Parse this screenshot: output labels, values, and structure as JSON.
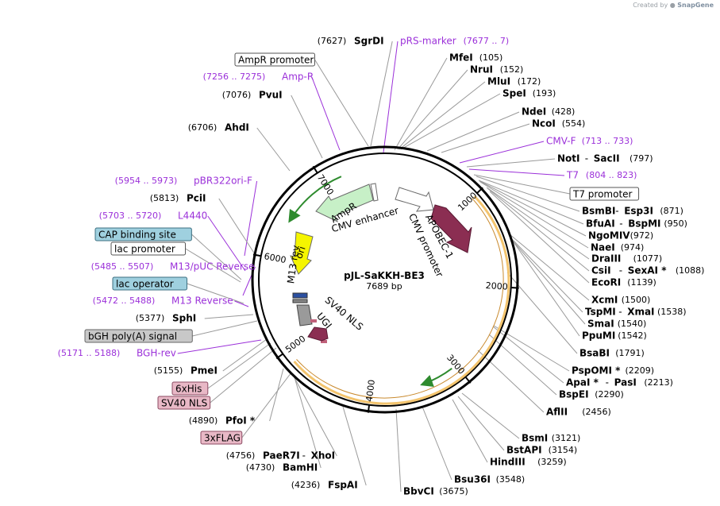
{
  "credit": {
    "prefix": "Created by",
    "brand": "SnapGene"
  },
  "plasmid": {
    "name": "pJL-SaKKH-BE3",
    "size": "7689 bp"
  },
  "ticks": [
    "1000",
    "2000",
    "3000",
    "4000",
    "5000",
    "6000",
    "7000"
  ],
  "arc_labels": [
    {
      "text": "AmpR"
    },
    {
      "text": "CMV enhancer"
    },
    {
      "text": "APOBEC-1"
    },
    {
      "text": "CMV promoter"
    },
    {
      "text": "ori"
    },
    {
      "text": "M13 rev"
    },
    {
      "text": "SV40 NLS"
    },
    {
      "text": "UGI"
    }
  ],
  "labels": [
    {
      "pos": "(7627)",
      "name": "SgrDI",
      "kind": "site"
    },
    {
      "pos": "(7677 .. 7)",
      "name": "pRS-marker",
      "kind": "primer"
    },
    {
      "name": "AmpR promoter",
      "kind": "box"
    },
    {
      "pos": "(105)",
      "name": "MfeI",
      "kind": "site"
    },
    {
      "pos": "(152)",
      "name": "NruI",
      "kind": "site"
    },
    {
      "pos": "(7256 .. 7275)",
      "name": "Amp-R",
      "kind": "primer"
    },
    {
      "pos": "(172)",
      "name": "MluI",
      "kind": "site"
    },
    {
      "pos": "(7076)",
      "name": "PvuI",
      "kind": "site"
    },
    {
      "pos": "(193)",
      "name": "SpeI",
      "kind": "site"
    },
    {
      "pos": "(428)",
      "name": "NdeI",
      "kind": "site"
    },
    {
      "pos": "(554)",
      "name": "NcoI",
      "kind": "site"
    },
    {
      "pos": "(6706)",
      "name": "AhdI",
      "kind": "site"
    },
    {
      "pos": "(713 .. 733)",
      "name": "CMV-F",
      "kind": "primer"
    },
    {
      "pos": "(797)",
      "name": "NotI",
      "name2": "SacII",
      "kind": "site2"
    },
    {
      "pos": "(804 .. 823)",
      "name": "T7",
      "kind": "primer"
    },
    {
      "pos": "(5954 .. 5973)",
      "name": "pBR322ori-F",
      "kind": "primer"
    },
    {
      "name": "T7 promoter",
      "kind": "box"
    },
    {
      "pos": "(5813)",
      "name": "PciI",
      "kind": "site"
    },
    {
      "pos": "(871)",
      "name": "BsmBI",
      "name2": "Esp3I",
      "kind": "site2"
    },
    {
      "pos": "(5703 .. 5720)",
      "name": "L4440",
      "kind": "primer"
    },
    {
      "pos": "(950)",
      "name": "BfuAI",
      "name2": "BspMI",
      "kind": "site2"
    },
    {
      "name": "CAP binding site",
      "kind": "box-blue"
    },
    {
      "pos": "(972)",
      "name": "NgoMIV",
      "kind": "site"
    },
    {
      "name": "lac promoter",
      "kind": "box"
    },
    {
      "pos": "(974)",
      "name": "NaeI",
      "kind": "site"
    },
    {
      "pos": "(5485 .. 5507)",
      "name": "M13/pUC Reverse",
      "kind": "primer"
    },
    {
      "pos": "(1077)",
      "name": "DraIII",
      "kind": "site"
    },
    {
      "pos": "(1088)",
      "name": "CsiI",
      "name2": "SexAI *",
      "kind": "site2"
    },
    {
      "name": "lac operator",
      "kind": "box-blue"
    },
    {
      "pos": "(1139)",
      "name": "EcoRI",
      "kind": "site"
    },
    {
      "pos": "(5472 .. 5488)",
      "name": "M13 Reverse",
      "kind": "primer"
    },
    {
      "pos": "(1500)",
      "name": "XcmI",
      "kind": "site"
    },
    {
      "pos": "(1538)",
      "name": "TspMI",
      "name2": "XmaI",
      "kind": "site2"
    },
    {
      "pos": "(5377)",
      "name": "SphI",
      "kind": "site"
    },
    {
      "pos": "(1540)",
      "name": "SmaI",
      "kind": "site"
    },
    {
      "name": "bGH poly(A) signal",
      "kind": "box-gray"
    },
    {
      "pos": "(1542)",
      "name": "PpuMI",
      "kind": "site"
    },
    {
      "pos": "(5171 .. 5188)",
      "name": "BGH-rev",
      "kind": "primer"
    },
    {
      "pos": "(1791)",
      "name": "BsaBI",
      "kind": "site"
    },
    {
      "pos": "(5155)",
      "name": "PmeI",
      "kind": "site"
    },
    {
      "pos": "(2209)",
      "name": "PspOMI *",
      "kind": "site"
    },
    {
      "pos": "(2213)",
      "name": "ApaI *",
      "name2": "PasI",
      "kind": "site2"
    },
    {
      "name": "6xHis",
      "kind": "box-pink"
    },
    {
      "pos": "(2290)",
      "name": "BspEI",
      "kind": "site"
    },
    {
      "name": "SV40 NLS",
      "kind": "box-pink"
    },
    {
      "pos": "(4890)",
      "name": "PfoI *",
      "kind": "site"
    },
    {
      "pos": "(2456)",
      "name": "AflII",
      "kind": "site"
    },
    {
      "name": "3xFLAG",
      "kind": "box-pink"
    },
    {
      "pos": "(3121)",
      "name": "BsmI",
      "kind": "site"
    },
    {
      "pos": "(3154)",
      "name": "BstAPI",
      "kind": "site"
    },
    {
      "pos": "(4756)",
      "name": "PaeR7I",
      "name2": "XhoI",
      "kind": "site2"
    },
    {
      "pos": "(3259)",
      "name": "HindIII",
      "kind": "site"
    },
    {
      "pos": "(4730)",
      "name": "BamHI",
      "kind": "site"
    },
    {
      "pos": "(3548)",
      "name": "Bsu36I",
      "kind": "site"
    },
    {
      "pos": "(4236)",
      "name": "FspAI",
      "kind": "site"
    },
    {
      "pos": "(3675)",
      "name": "BbvCI",
      "kind": "site"
    }
  ]
}
